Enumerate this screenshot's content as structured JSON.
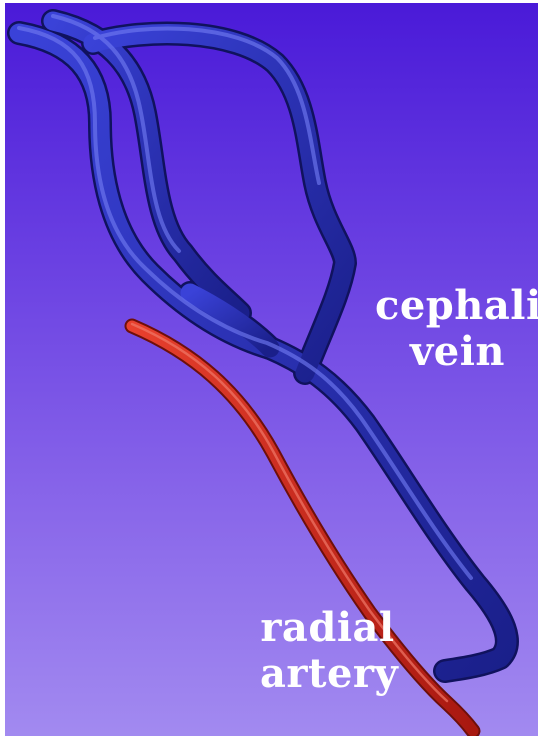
{
  "labels": {
    "vein_line1": "cephalic",
    "vein_line2": "vein",
    "artery_line1": "radial",
    "artery_line2": "artery"
  },
  "colors": {
    "background_top": "#4a1ad8",
    "background_bottom": "#a28af0",
    "vein": "#2a2fb8",
    "artery": "#d42a1e"
  }
}
